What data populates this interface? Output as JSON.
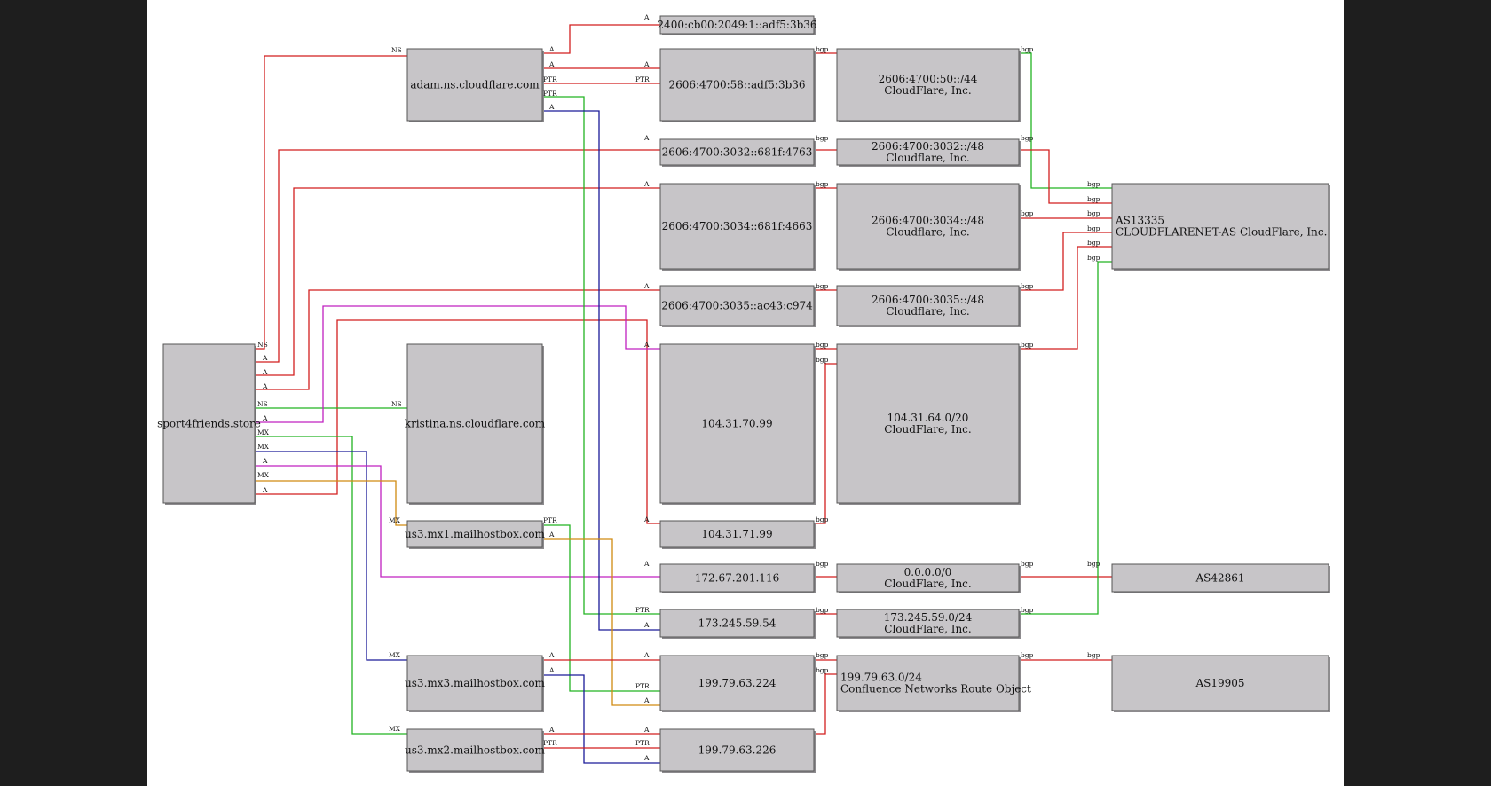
{
  "colors": {
    "red": "#d21f1f",
    "green": "#22b322",
    "blue": "#1a1a99",
    "magenta": "#c020c0",
    "orange": "#d08a10"
  },
  "nodes": {
    "sport": [
      "sport4friends.store"
    ],
    "adam": [
      "adam.ns.cloudflare.com"
    ],
    "kristina": [
      "kristina.ns.cloudflare.com"
    ],
    "mx1": [
      "us3.mx1.mailhostbox.com"
    ],
    "mx3": [
      "us3.mx3.mailhostbox.com"
    ],
    "mx2": [
      "us3.mx2.mailhostbox.com"
    ],
    "ip_2400": [
      "2400:cb00:2049:1::adf5:3b36"
    ],
    "ip_2606_58": [
      "2606:4700:58::adf5:3b36"
    ],
    "ip_3032": [
      "2606:4700:3032::681f:4763"
    ],
    "ip_3034": [
      "2606:4700:3034::681f:4663"
    ],
    "ip_3035": [
      "2606:4700:3035::ac43:c974"
    ],
    "ip_104_99": [
      "104.31.70.99"
    ],
    "ip_104_71": [
      "104.31.71.99"
    ],
    "ip_172": [
      "172.67.201.116"
    ],
    "ip_173": [
      "173.245.59.54"
    ],
    "ip_199_224": [
      "199.79.63.224"
    ],
    "ip_199_226": [
      "199.79.63.226"
    ],
    "pfx_50": [
      "2606:4700:50::/44",
      "CloudFlare, Inc."
    ],
    "pfx_3032": [
      "2606:4700:3032::/48",
      "Cloudflare, Inc."
    ],
    "pfx_3034": [
      "2606:4700:3034::/48",
      "Cloudflare, Inc."
    ],
    "pfx_3035": [
      "2606:4700:3035::/48",
      "Cloudflare, Inc."
    ],
    "pfx_104": [
      "104.31.64.0/20",
      "CloudFlare, Inc."
    ],
    "pfx_0": [
      "0.0.0.0/0",
      "CloudFlare, Inc."
    ],
    "pfx_173": [
      "173.245.59.0/24",
      "CloudFlare, Inc."
    ],
    "pfx_199": [
      "199.79.63.0/24",
      "Confluence Networks Route Object"
    ],
    "as13335": [
      "AS13335",
      "CLOUDFLARENET-AS CloudFlare, Inc."
    ],
    "as42861": [
      "AS42861"
    ],
    "as19905": [
      "AS19905"
    ]
  },
  "edge_labels": {
    "ns": "NS",
    "a": "A",
    "mx": "MX",
    "ptr": "PTR",
    "bgp": "bgp"
  }
}
